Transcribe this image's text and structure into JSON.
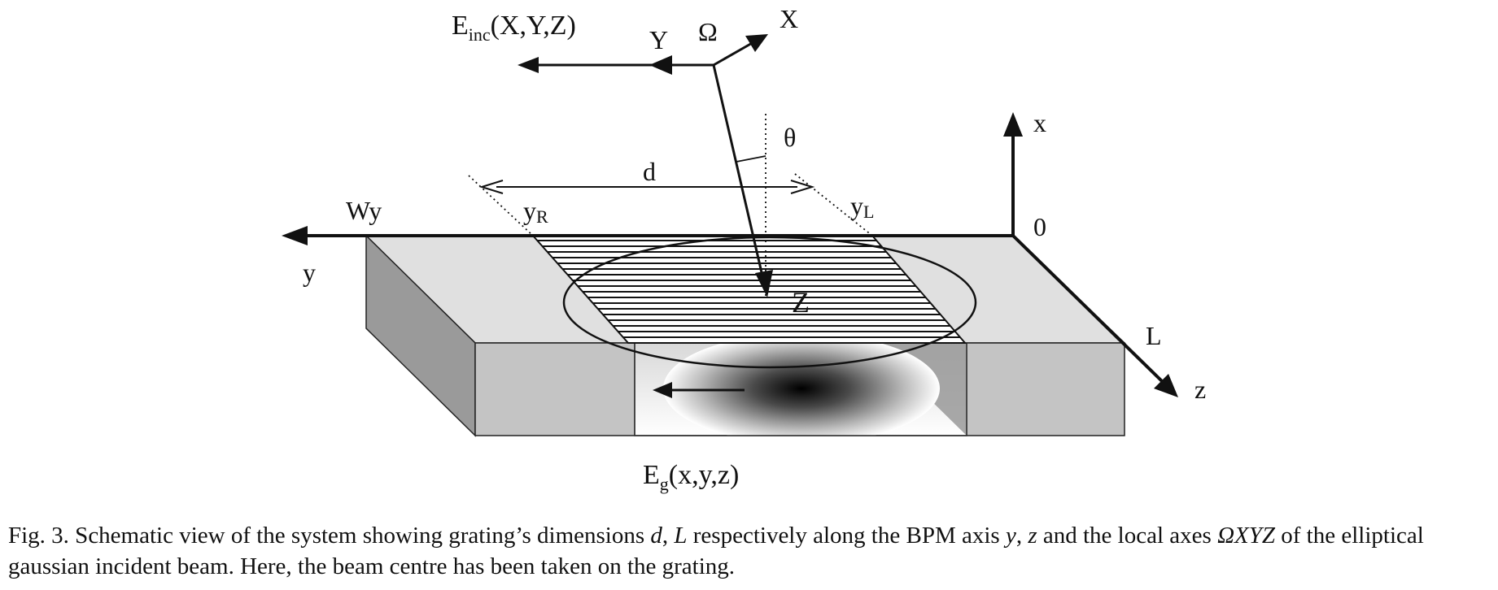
{
  "labels": {
    "e_inc_main": "E",
    "e_inc_sub": "inc",
    "e_inc_args": "(X,Y,Z)",
    "axis_Y": "Y",
    "omega": "Ω",
    "axis_X": "X",
    "theta": "θ",
    "d": "d",
    "wy": "Wy",
    "y_r_main": "y",
    "y_r_sub": "R",
    "y_l_main": "y",
    "y_l_sub": "L",
    "axis_x": "x",
    "origin": "0",
    "axis_y": "y",
    "axis_Z": "Z",
    "L": "L",
    "axis_z": "z",
    "e_g_main": "E",
    "e_g_sub": "g",
    "e_g_args": "(x,y,z)"
  },
  "caption": {
    "part1": "Fig. 3. Schematic view of the system showing grating’s dimensions ",
    "d": "d",
    "part2": ", ",
    "L": "L",
    "part3": " respectively along the BPM axis ",
    "y": "y",
    "part4": ", ",
    "z": "z",
    "part5": " and the local axes ",
    "axes": "ΩXYZ",
    "part6": " of the elliptical gaussian incident beam. Here, the beam centre has been taken on the grating."
  },
  "colors": {
    "top_face": "#e0e0e0",
    "front_face": "#c4c4c4",
    "side_face": "#9a9a9a",
    "ink": "#111111"
  }
}
